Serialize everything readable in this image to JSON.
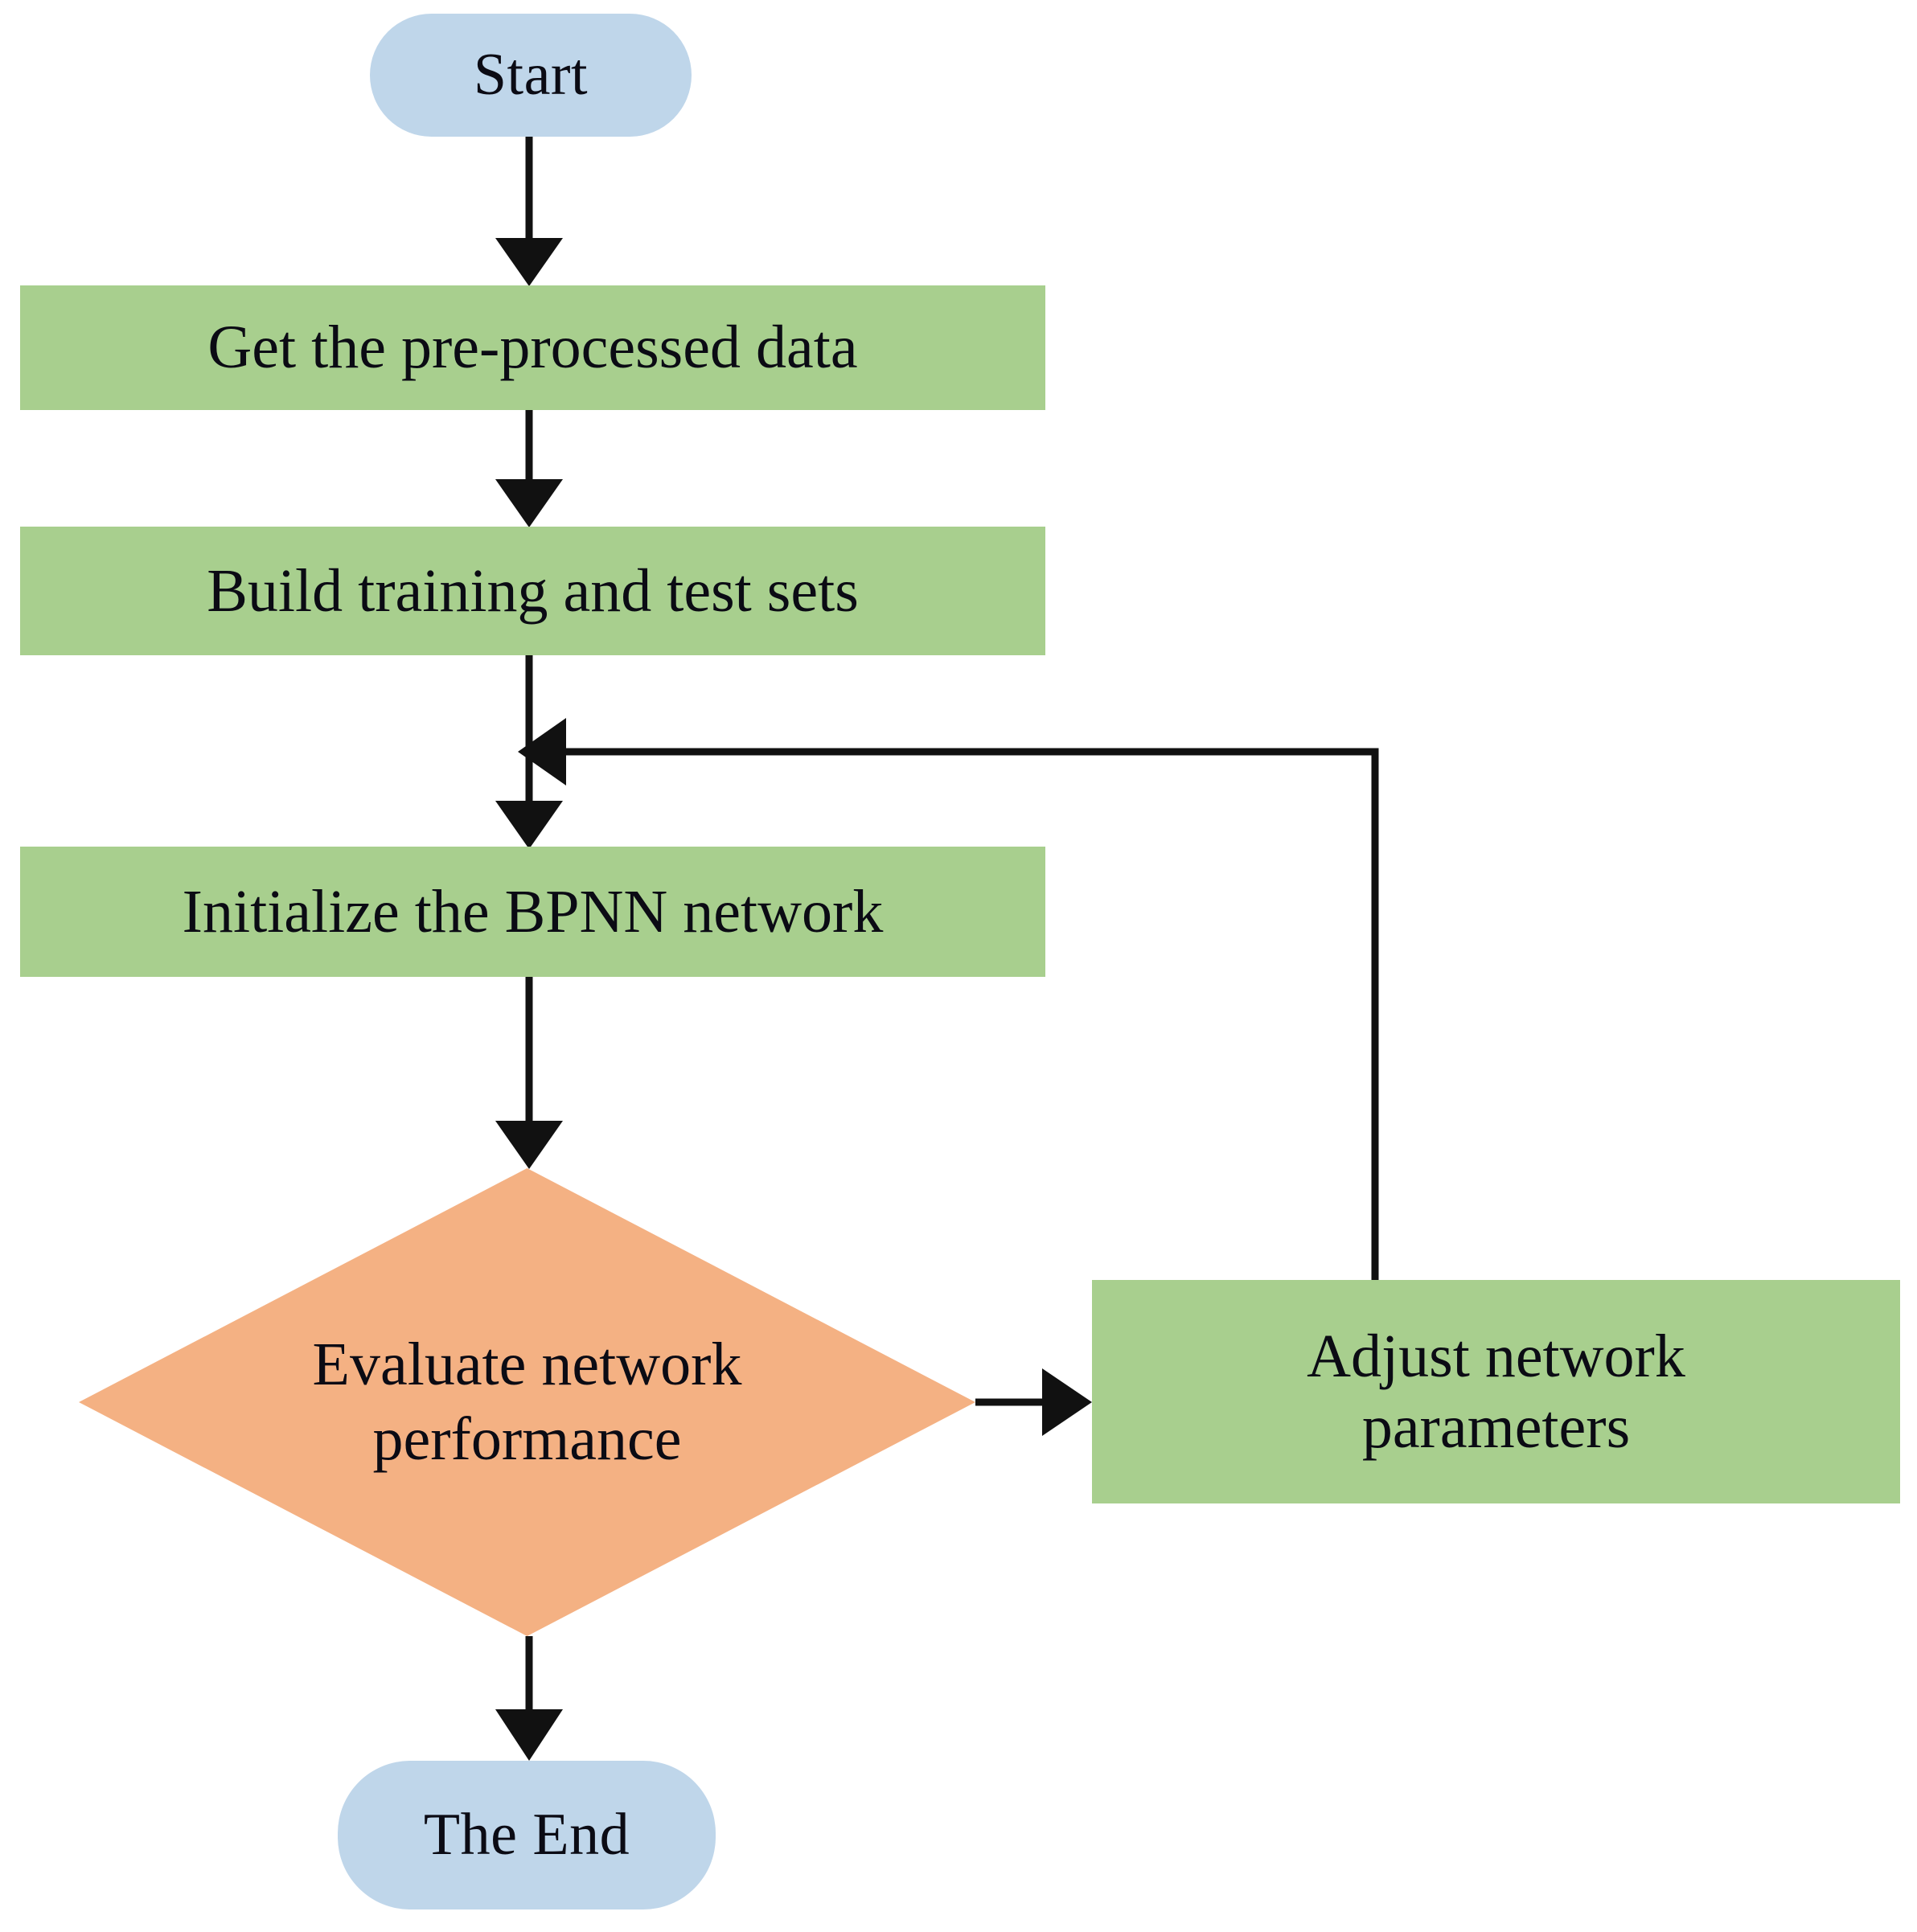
{
  "diagram": {
    "title": "BPNN training workflow flowchart",
    "background_color": "#ffffff",
    "colors": {
      "terminator_fill": "#bfd6ea",
      "process_fill": "#a8cf8e",
      "decision_fill": "#f4b183",
      "connector_stroke": "#111111",
      "text_color": "#0b0b14"
    }
  },
  "nodes": {
    "start": {
      "label": "Start",
      "shape": "terminator"
    },
    "get_data": {
      "label": "Get the pre-processed data",
      "shape": "process"
    },
    "build_sets": {
      "label": "Build training and test sets",
      "shape": "process"
    },
    "init_network": {
      "label": "Initialize the BPNN network",
      "shape": "process"
    },
    "evaluate": {
      "label": "Evaluate network performance",
      "shape": "decision"
    },
    "adjust": {
      "label": "Adjust network parameters",
      "shape": "process"
    },
    "end": {
      "label": "The End",
      "shape": "terminator"
    }
  },
  "edges": [
    {
      "name": "start-to-get-data",
      "from": "start",
      "to": "get_data",
      "label": ""
    },
    {
      "name": "get-data-to-build-sets",
      "from": "get_data",
      "to": "build_sets",
      "label": ""
    },
    {
      "name": "build-sets-to-init",
      "from": "build_sets",
      "to": "init_network",
      "label": ""
    },
    {
      "name": "init-to-evaluate",
      "from": "init_network",
      "to": "evaluate",
      "label": ""
    },
    {
      "name": "evaluate-to-adjust",
      "from": "evaluate",
      "to": "adjust",
      "label": ""
    },
    {
      "name": "adjust-to-init-feedback",
      "from": "adjust",
      "to": "init_network",
      "label": ""
    },
    {
      "name": "evaluate-to-end",
      "from": "evaluate",
      "to": "end",
      "label": ""
    }
  ]
}
